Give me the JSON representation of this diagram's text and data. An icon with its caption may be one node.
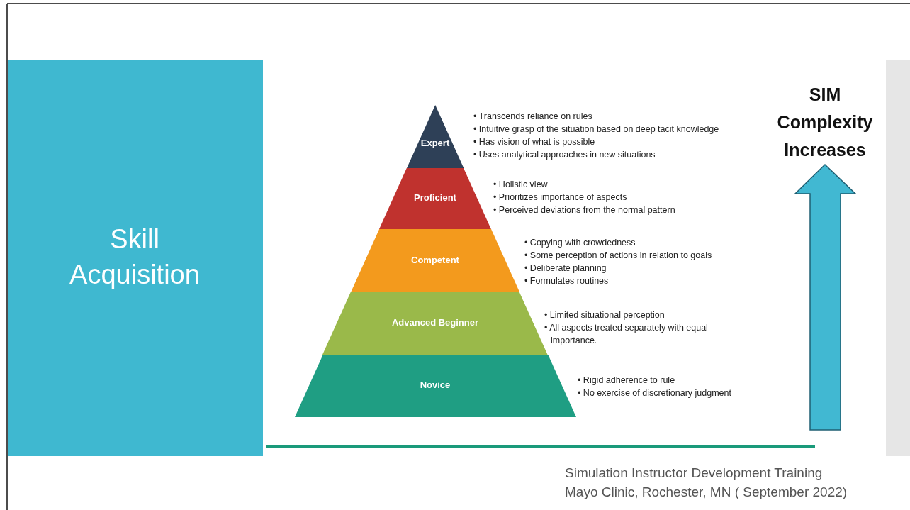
{
  "diagram": {
    "title": "Skill Acquisition",
    "nodes": [
      {
        "text": [
          "Expert"
        ],
        "beside": [
          "• Transcends reliance on rules",
          "• Intuitive grasp of the situation based on deep tacit knowledge",
          "• Has vision of what is possible",
          "• Uses analytical approaches in new situations"
        ]
      },
      {
        "text": [
          "Proficient"
        ],
        "beside": [
          "• Holistic view",
          "• Prioritizes importance of aspects",
          "• Perceived deviations from the normal pattern"
        ]
      },
      {
        "text": [
          "Competent"
        ],
        "beside": [
          "• Copying with crowdedness",
          "• Some perception of actions in relation to goals",
          "• Deliberate planning",
          "• Formulates routines"
        ]
      },
      {
        "text": [
          "Advanced Beginner"
        ],
        "beside": [
          "• Limited situational perception",
          "• All aspects treated separately with equal importance."
        ]
      },
      {
        "text": [
          "Novice"
        ],
        "beside": [
          "• Rigid adherence to rule",
          "• No exercise of discretionary judgment"
        ]
      },
      {
        "text": [],
        "shape": "bar"
      }
    ],
    "labels": [
      "SIM Complexity Increases",
      "Simulation Instructor Development Training",
      "Mayo Clinic, Rochester, MN ( September 2022)"
    ]
  }
}
